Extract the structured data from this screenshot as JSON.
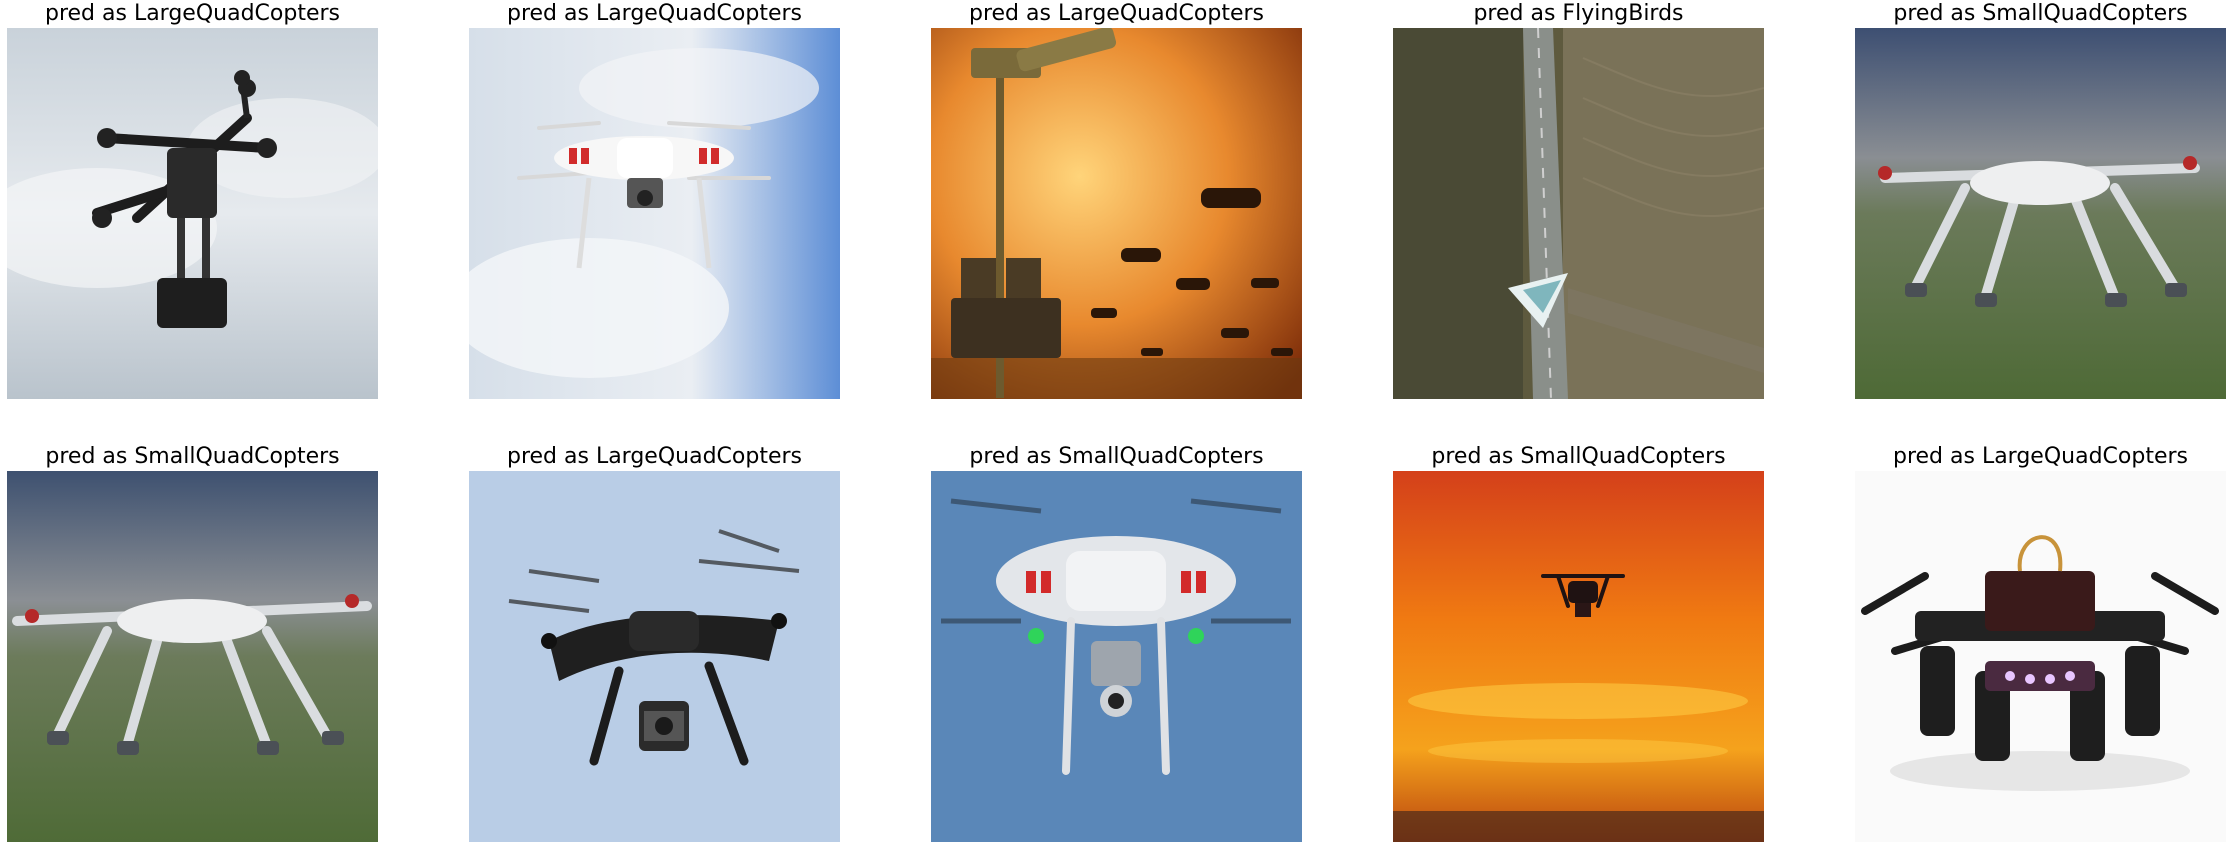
{
  "figure": {
    "panels": [
      {
        "label": "pred as LargeQuadCopters"
      },
      {
        "label": "pred as LargeQuadCopters"
      },
      {
        "label": "pred as LargeQuadCopters"
      },
      {
        "label": "pred as FlyingBirds"
      },
      {
        "label": "pred as SmallQuadCopters"
      },
      {
        "label": "pred as SmallQuadCopters"
      },
      {
        "label": "pred as LargeQuadCopters"
      },
      {
        "label": "pred as SmallQuadCopters"
      },
      {
        "label": "pred as SmallQuadCopters"
      },
      {
        "label": "pred as LargeQuadCopters"
      }
    ]
  }
}
